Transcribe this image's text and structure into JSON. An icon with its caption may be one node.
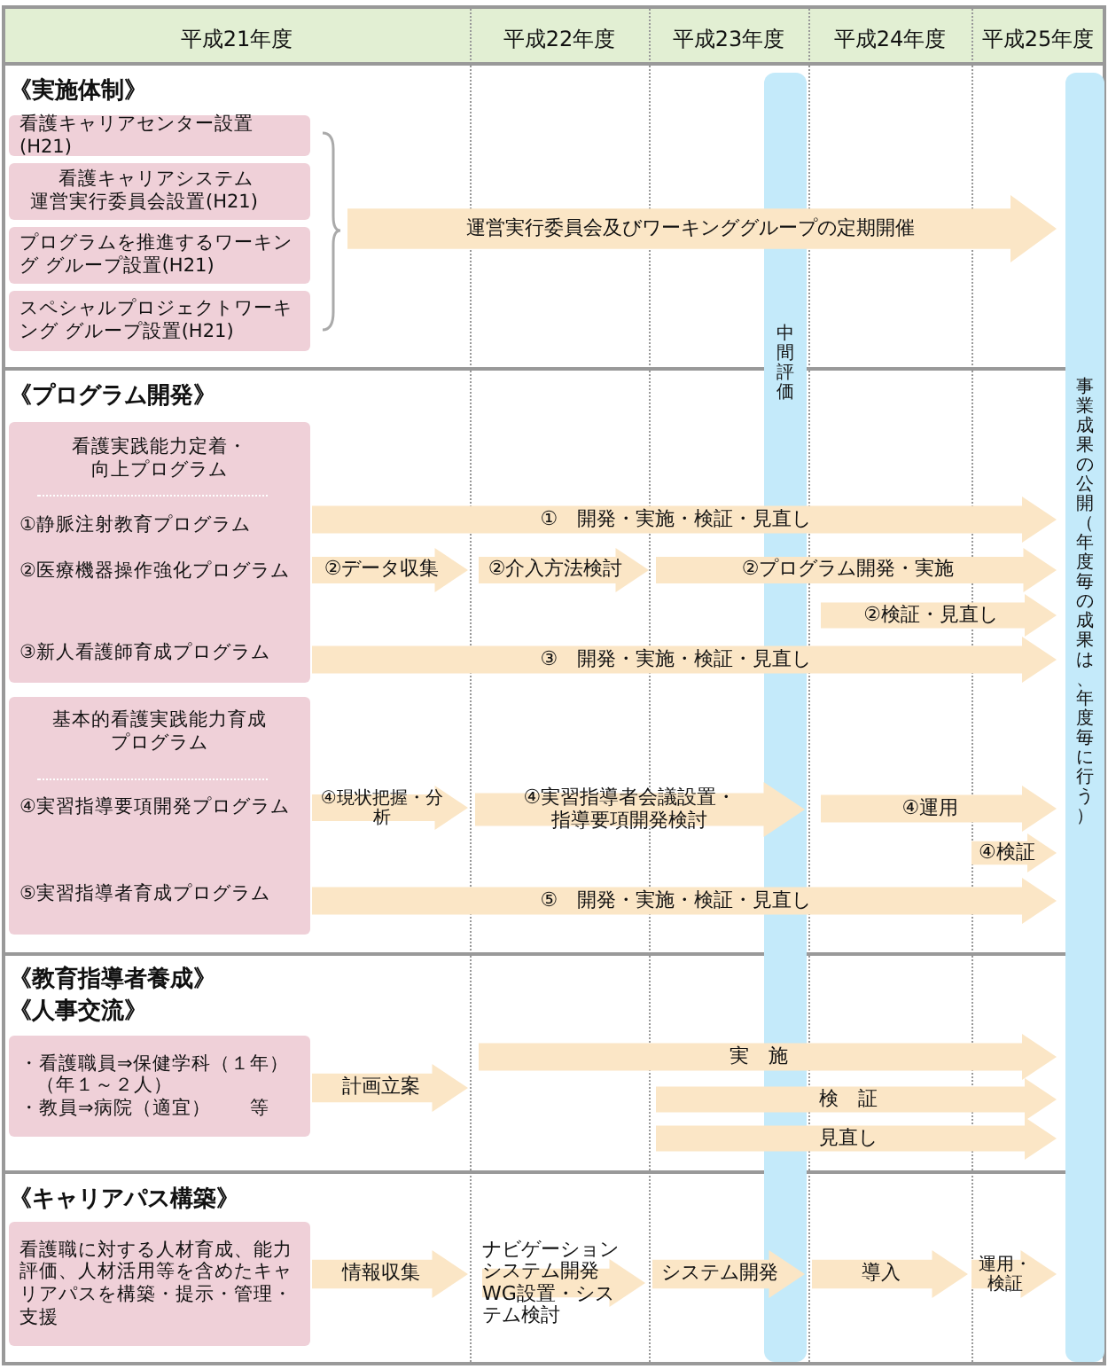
{
  "diagram": {
    "nodes": [
      {
        "text": [
          "看護キャリアセンター設置(H21)"
        ]
      },
      {
        "text": [
          "看護キャリアシステム運営実行委員会設置(H21)"
        ]
      },
      {
        "text": [
          "プログラムを推進するワーキング グループ設置(H21)"
        ]
      },
      {
        "text": [
          "スペシャルプロジェクトワーキング グループ設置(H21)"
        ]
      },
      {
        "text": [
          "運営実行委員会及びワーキンググループの定期開催"
        ]
      },
      {
        "text": [
          "看護実践能力定着・向上プログラム",
          "①静脈注射教育プログラム",
          "②医療機器操作強化プログラム",
          "③新人看護師育成プログラム"
        ]
      },
      {
        "text": [
          "①　開発・実施・検証・見直し"
        ]
      },
      {
        "text": [
          "②データ収集"
        ]
      },
      {
        "text": [
          "②介入方法検討"
        ]
      },
      {
        "text": [
          "②プログラム開発・実施"
        ]
      },
      {
        "text": [
          "②検証・見直し"
        ]
      },
      {
        "text": [
          "③　開発・実施・検証・見直し"
        ]
      },
      {
        "text": [
          "基本的看護実践能力育成プログラム",
          "④実習指導要項開発プログラム",
          "⑤実習指導者育成プログラム"
        ]
      },
      {
        "text": [
          "④現状把握・分析"
        ]
      },
      {
        "text": [
          "④実習指導者会議設置・指導要項開発検討"
        ]
      },
      {
        "text": [
          "④運用"
        ]
      },
      {
        "text": [
          "④検証"
        ]
      },
      {
        "text": [
          "⑤　開発・実施・検証・見直し"
        ]
      },
      {
        "text": [
          "・看護職員⇒保健学科（１年）（年１～２人）",
          "・教員⇒病院（適宜）　　等"
        ]
      },
      {
        "text": [
          "計画立案"
        ]
      },
      {
        "text": [
          "実　施"
        ]
      },
      {
        "text": [
          "検　証"
        ]
      },
      {
        "text": [
          "見直し"
        ]
      },
      {
        "text": [
          "看護職に対する人材育成、能力評価、人材活用等を含めたキャリアパスを構築・提示・管理・支援"
        ]
      },
      {
        "text": [
          "情報収集"
        ]
      },
      {
        "text": [
          "ナビゲーションシステム開発WG設置・システム検討"
        ]
      },
      {
        "text": [
          "システム開発"
        ]
      },
      {
        "text": [
          "導入"
        ]
      },
      {
        "text": [
          "運用・検証"
        ]
      },
      {
        "text": [
          "中間評価"
        ]
      },
      {
        "text": [
          "事業成果の公開（年度毎の成果は、年度毎に行う）"
        ]
      }
    ],
    "labels": [
      "平成21年度",
      "平成22年度",
      "平成23年度",
      "平成24年度",
      "平成25年度",
      "《実施体制》",
      "《プログラム開発》",
      "《教育指導者養成》",
      "《人事交流》",
      "《キャリアパス構築》"
    ]
  }
}
